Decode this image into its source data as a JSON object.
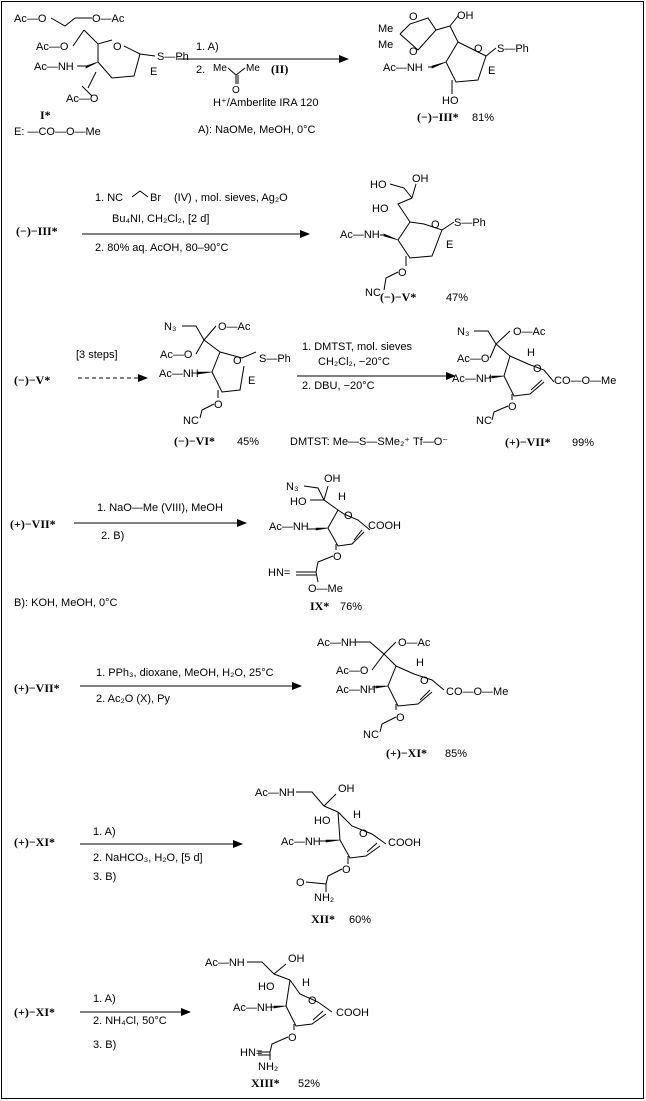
{
  "reactions": [
    {
      "substrate": {
        "label": "I*",
        "groups": [
          "Ac—O",
          "O—Ac",
          "Ac—O",
          "Ac—NH",
          "O",
          "S—Ph",
          "E",
          "Ac—O"
        ],
        "ester_note": "E: —CO—O—Me"
      },
      "conditions": [
        "1. A)",
        "2.",
        "Me",
        "Me",
        "O",
        "(II)",
        "H⁺/Amberlite IRA 120"
      ],
      "reagent_note": "A): NaOMe,   MeOH,   0°C",
      "product": {
        "groups": [
          "Me",
          "Me",
          "O",
          "O",
          "OH",
          "O",
          "S—Ph",
          "Ac—NH",
          "E",
          "HO"
        ],
        "label": "(−)−III*",
        "yield": "81%"
      }
    },
    {
      "substrate": {
        "label": "(−)−III*"
      },
      "conditions": [
        "1. NC",
        "Br",
        "(IV) , mol. sieves, Ag₂O",
        "Bu₄NI,  CH₂Cl₂, [2 d]",
        "2. 80% aq. AcOH,  80–90°C"
      ],
      "product": {
        "groups": [
          "HO",
          "OH",
          "HO",
          "O",
          "S—Ph",
          "Ac—NH",
          "E",
          "O",
          "NC"
        ],
        "label": "(−)−V*",
        "yield": "47%"
      }
    },
    {
      "substrate": {
        "label": "(−)−V*"
      },
      "steps_label": "[3 steps]",
      "intermediate": {
        "groups": [
          "N₃",
          "O—Ac",
          "Ac—O",
          "O",
          "S—Ph",
          "Ac—NH",
          "E",
          "O",
          "NC"
        ],
        "label": "(−)−VI*",
        "yield": "45%"
      },
      "conditions": [
        "1. DMTST, mol. sieves",
        "CH₂Cl₂, −20°C",
        "2. DBU, −20°C"
      ],
      "dmtst_note": "DMTST:  Me—S—SMe₂⁺   Tf—O⁻",
      "product": {
        "groups": [
          "N₃",
          "O—Ac",
          "Ac—O",
          "H",
          "O",
          "Ac—NH",
          "CO—O—Me",
          "O",
          "NC"
        ],
        "label": "(+)−VII*",
        "yield": "99%"
      }
    },
    {
      "substrate": {
        "label": "(+)−VII*"
      },
      "conditions": [
        "1. NaO—Me  (VIII), MeOH",
        "2. B)"
      ],
      "reagent_note": "B): KOH,  MeOH,  0°C",
      "product": {
        "groups": [
          "N₃",
          "HO",
          "OH",
          "H",
          "O",
          "Ac—NH",
          "COOH",
          "O",
          "HN=",
          "O—Me"
        ],
        "label": "IX*",
        "yield": "76%"
      }
    },
    {
      "substrate": {
        "label": "(+)−VII*"
      },
      "conditions": [
        "1. PPh₃, dioxane, MeOH, H₂O, 25°C",
        "2. Ac₂O (X), Py"
      ],
      "product": {
        "groups": [
          "Ac—NH",
          "O—Ac",
          "Ac—O",
          "H",
          "O",
          "Ac—NH",
          "CO—O—Me",
          "O",
          "NC"
        ],
        "label": "(+)−XI*",
        "yield": "85%"
      }
    },
    {
      "substrate": {
        "label": "(+)−XI*"
      },
      "conditions": [
        "1. A)",
        "2. NaHCO₃, H₂O, [5 d]",
        "3. B)"
      ],
      "product": {
        "groups": [
          "Ac—NH",
          "OH",
          "HO",
          "H",
          "O",
          "Ac—NH",
          "COOH",
          "O",
          "O",
          "NH₂"
        ],
        "label": "XII*",
        "yield": "60%"
      }
    },
    {
      "substrate": {
        "label": "(+)−XI*"
      },
      "conditions": [
        "1. A)",
        "2. NH₄Cl, 50°C",
        "3. B)"
      ],
      "product": {
        "groups": [
          "Ac—NH",
          "OH",
          "HO",
          "H",
          "O",
          "Ac—NH",
          "COOH",
          "O",
          "HN=",
          "NH₂"
        ],
        "label": "XIII*",
        "yield": "52%"
      }
    }
  ]
}
